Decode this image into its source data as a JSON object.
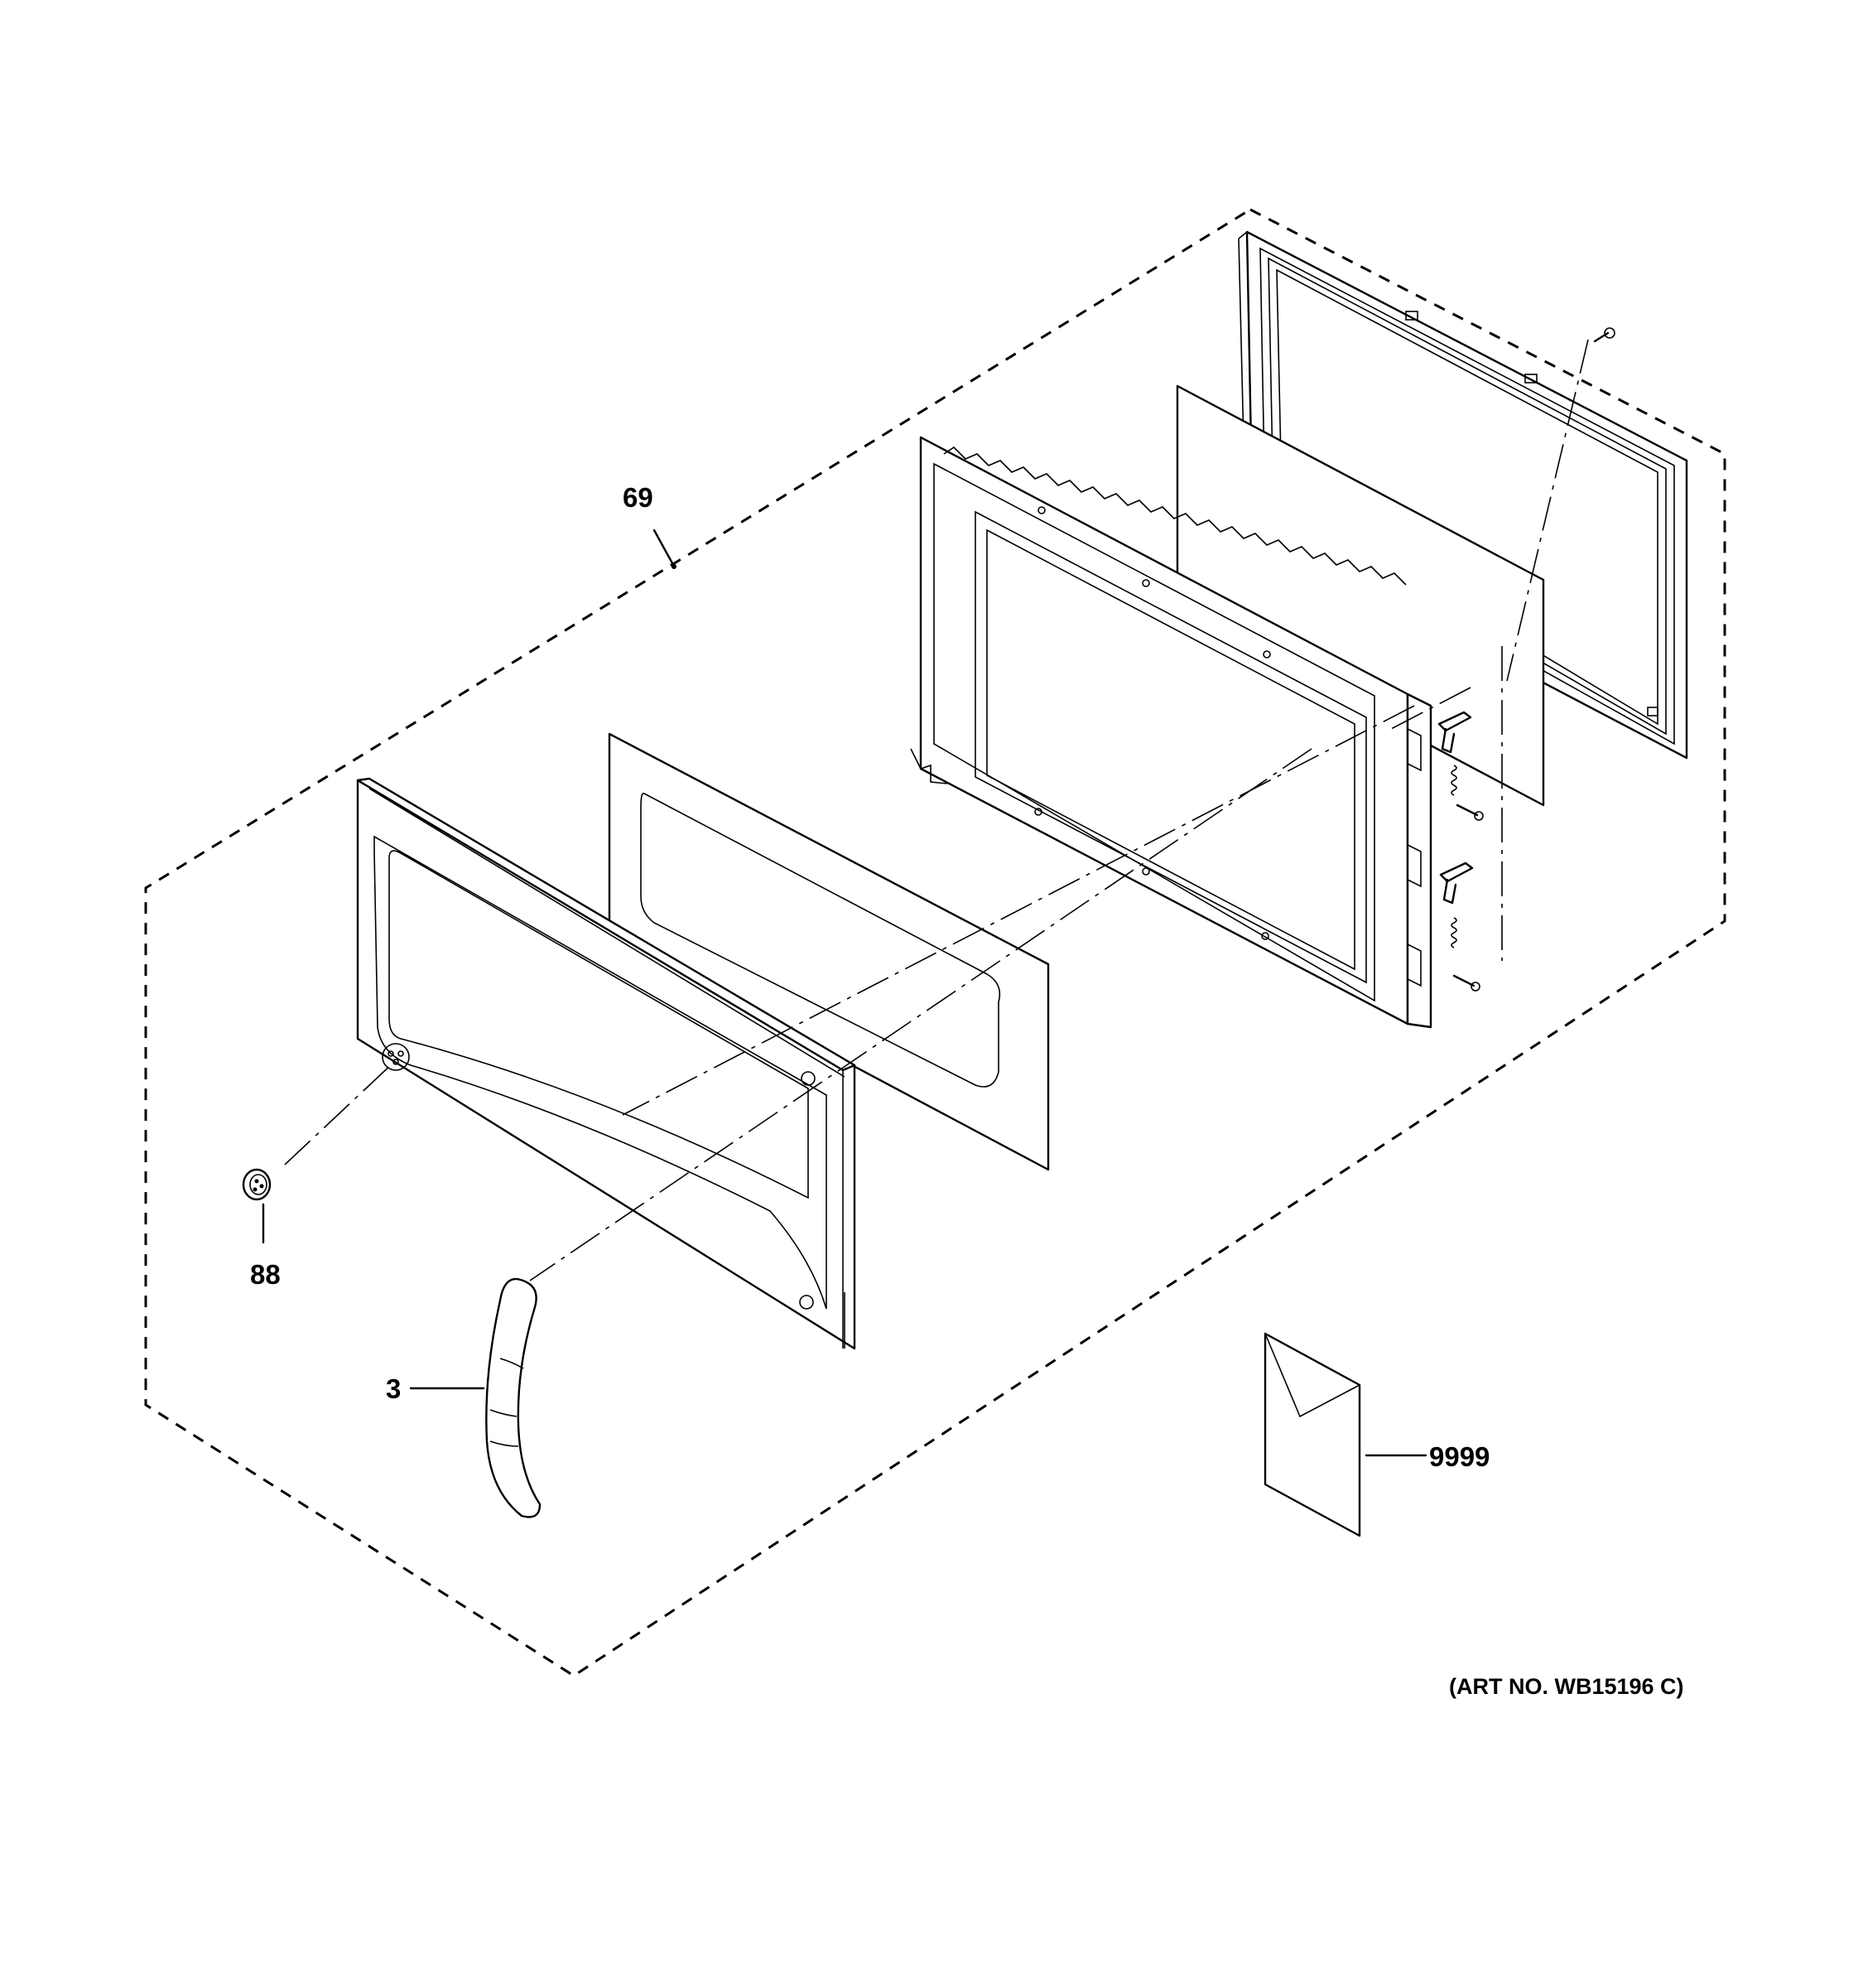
{
  "diagram": {
    "callouts": {
      "door_assembly": "69",
      "handle": "3",
      "badge": "88",
      "literature": "9999"
    },
    "art_number": "(ART NO. WB15196 C)"
  }
}
